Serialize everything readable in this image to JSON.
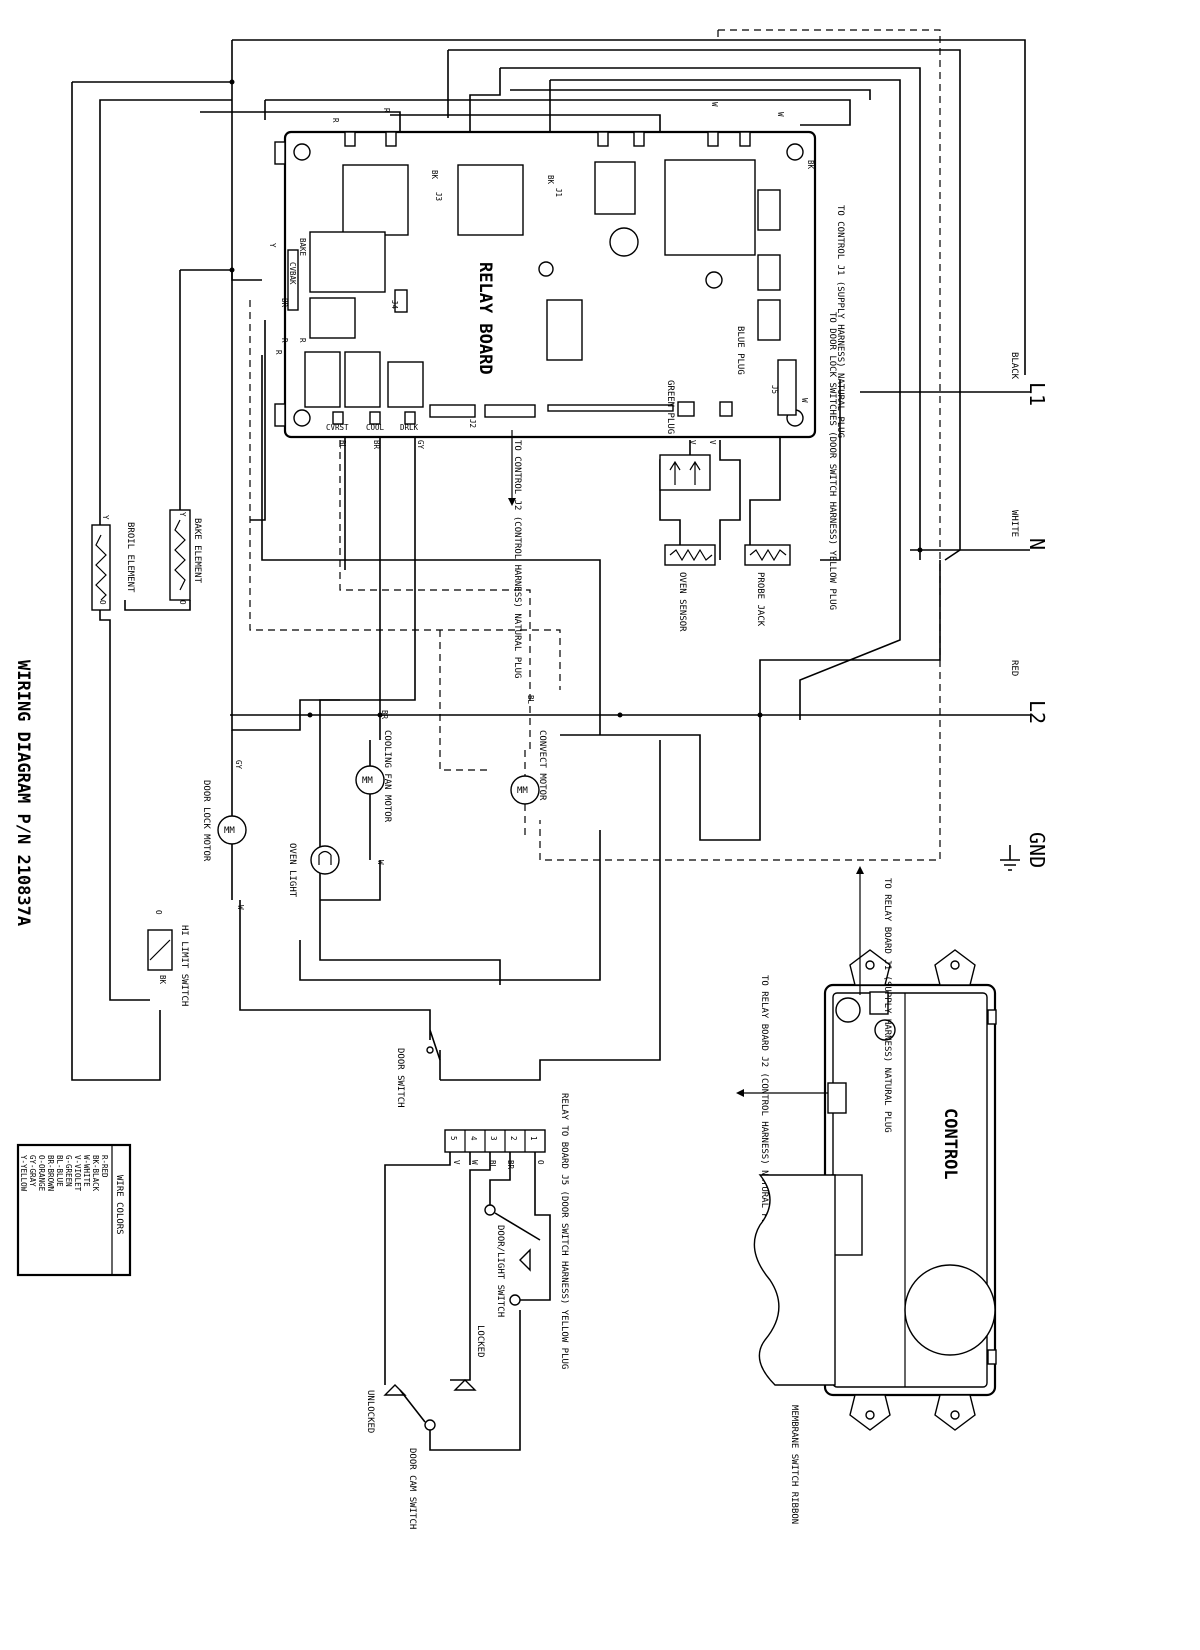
{
  "title": "WIRING DIAGRAM P/N 210837A",
  "relay_board": {
    "title": "RELAY BOARD",
    "relays": [
      "BAKE",
      "CVBAK",
      "CVRST",
      "COOL",
      "DRLK"
    ],
    "connectors": [
      "J1",
      "J2",
      "J3",
      "J4",
      "J5"
    ],
    "plugs": [
      "GREEN PLUG",
      "BLUE PLUG"
    ]
  },
  "harness_notes": {
    "to_control_j1": "TO CONTROL J1 (SUPPLY HARNESS) NATURAL PLUG",
    "to_door_lock": "TO DOOR LOCK SWITCHES (DOOR SWITCH HARNESS) YELLOW PLUG",
    "to_control_j2": "TO CONTROL J2 (CONTROL HARNESS) NATURAL PLUG"
  },
  "supply": [
    {
      "terminal": "L1",
      "color": "BLACK"
    },
    {
      "terminal": "N",
      "color": "WHITE"
    },
    {
      "terminal": "L2",
      "color": "RED"
    },
    {
      "terminal": "GND",
      "color": ""
    }
  ],
  "components": {
    "bake_element": "BAKE ELEMENT",
    "broil_element": "BROIL ELEMENT",
    "hi_limit_switch": "HI LIMIT SWITCH",
    "door_lock_motor": "DOOR LOCK MOTOR",
    "oven_light": "OVEN LIGHT",
    "cooling_fan_motor": "COOLING FAN MOTOR",
    "convect_motor": "CONVECT MOTOR",
    "door_switch": "DOOR SWITCH",
    "oven_sensor": "OVEN SENSOR",
    "probe_jack": "PROBE JACK",
    "door_light_switch": "DOOR/LIGHT SWITCH",
    "door_cam_switch": "DOOR CAM SWITCH",
    "locked": "LOCKED",
    "unlocked": "UNLOCKED",
    "membrane": "MEMBRANE SWITCH RIBBON"
  },
  "control": {
    "title": "CONTROL",
    "note_j1": "TO RELAY BOARD J1 (SUPPLY HARNESS) NATURAL PLUG",
    "note_j2": "TO RELAY BOARD J2 (CONTROL HARNESS) NATURAL PLUG"
  },
  "door_lock_harness": {
    "note": "RELAY TO BOARD J5 (DOOR SWITCH HARNESS) YELLOW PLUG",
    "pins": [
      "1",
      "2",
      "3",
      "4",
      "5"
    ],
    "wires": [
      "O",
      "BR",
      "BL",
      "W",
      "V"
    ]
  },
  "wire_colors": {
    "title": "WIRE COLORS",
    "items": [
      "R-RED",
      "BK-BLACK",
      "W-WHITE",
      "V-VIOLET",
      "G-GREEN",
      "BL-BLUE",
      "BR-BROWN",
      "O-ORANGE",
      "GY-GRAY",
      "Y-YELLOW"
    ]
  },
  "wire_codes": {
    "r": "R",
    "bk": "BK",
    "w": "W",
    "y": "Y",
    "br": "BR",
    "bl": "BL",
    "gy": "GY",
    "o": "O",
    "v": "V"
  }
}
